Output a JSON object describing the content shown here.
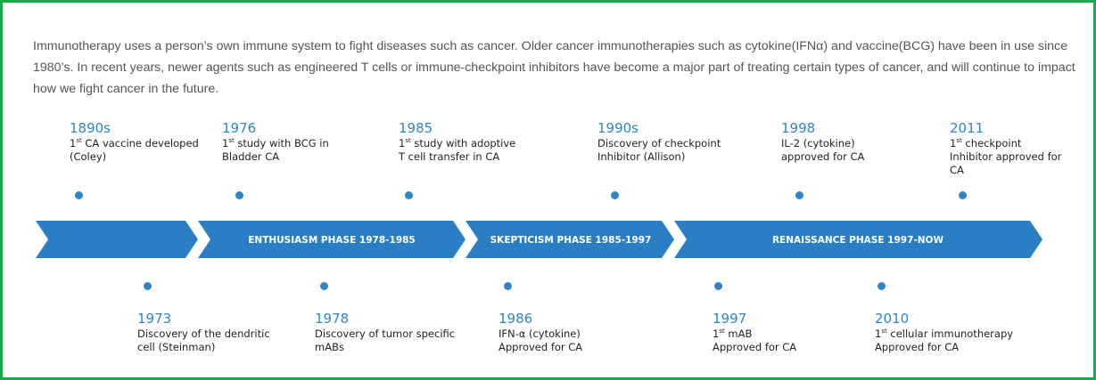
{
  "intro": {
    "text": "Immunotherapy uses a person’s own immune system to fight diseases such as cancer. Older cancer immunotherapies such as cytokine(IFNα) and vaccine(BCG) have been in use since 1980’s. In recent years, newer agents such as engineered T cells or immune-checkpoint inhibitors have become a major part of treating certain types of cancer, and will continue to impact how we fight cancer in the future."
  },
  "phases": [
    {
      "label": ""
    },
    {
      "label": "ENTHUSIASM PHASE  1978-1985"
    },
    {
      "label": "SKEPTICISM PHASE  1985-1997"
    },
    {
      "label": "RENAISSANCE PHASE  1997-NOW"
    }
  ],
  "events_top": [
    {
      "year": "1890s",
      "line1_sup": "1",
      "line1_sup_text": "st",
      "line1": " CA vaccine developed",
      "line2": "(Coley)",
      "line3": ""
    },
    {
      "year": "1976",
      "line1_sup": "1",
      "line1_sup_text": "st",
      "line1": " study with BCG in",
      "line2": "Bladder CA",
      "line3": ""
    },
    {
      "year": "1985",
      "line1_sup": "1",
      "line1_sup_text": "st",
      "line1": " study with adoptive",
      "line2": "T cell transfer in CA",
      "line3": ""
    },
    {
      "year": "1990s",
      "line1_sup": "",
      "line1_sup_text": "",
      "line1": "Discovery of checkpoint",
      "line2": "Inhibitor (Allison)",
      "line3": ""
    },
    {
      "year": "1998",
      "line1_sup": "",
      "line1_sup_text": "",
      "line1": "IL-2 (cytokine)",
      "line2": "approved for CA",
      "line3": ""
    },
    {
      "year": "2011",
      "line1_sup": "1",
      "line1_sup_text": "st",
      "line1": " checkpoint",
      "line2": "Inhibitor approved for",
      "line3": "CA"
    }
  ],
  "events_bottom": [
    {
      "year": "1973",
      "line1_sup": "",
      "line1_sup_text": "",
      "line1": "Discovery of the dendritic",
      "line2": "cell (Steinman)"
    },
    {
      "year": "1978",
      "line1_sup": "",
      "line1_sup_text": "",
      "line1": "Discovery of tumor specific",
      "line2": "mABs"
    },
    {
      "year": "1986",
      "line1_sup": "",
      "line1_sup_text": "",
      "line1": "IFN-α (cytokine)",
      "line2": "Approved for CA"
    },
    {
      "year": "1997",
      "line1_sup": "1",
      "line1_sup_text": "st",
      "line1": " mAB",
      "line2": "Approved for CA"
    },
    {
      "year": "2010",
      "line1_sup": "1",
      "line1_sup_text": "st",
      "line1": " cellular immunotherapy",
      "line2": "Approved for CA"
    }
  ],
  "colors": {
    "accent": "#2e86c8",
    "arrow": "#2a7fc4",
    "border": "#1aa84a",
    "body_text": "#555555"
  }
}
